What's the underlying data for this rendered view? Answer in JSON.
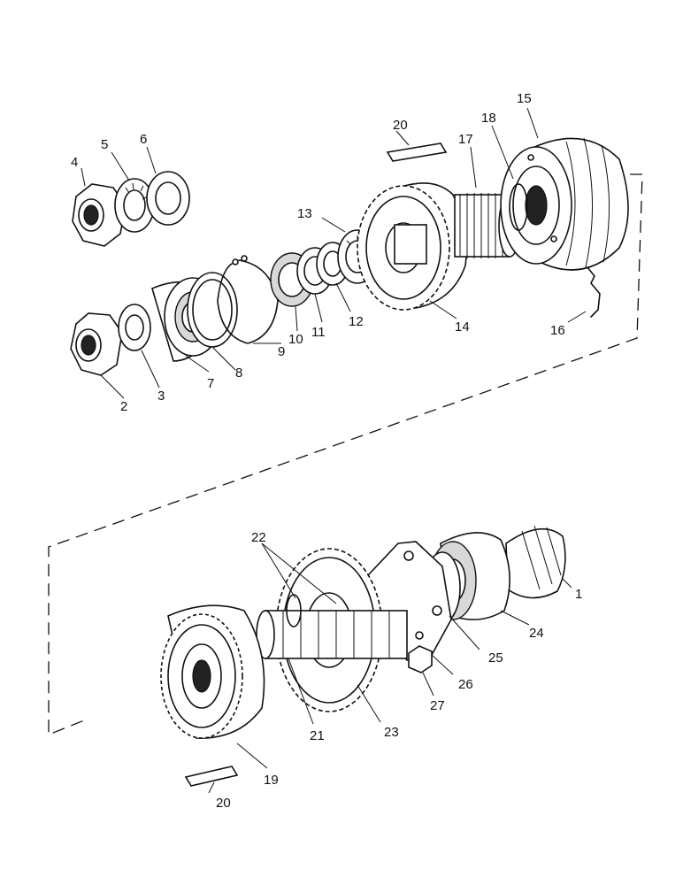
{
  "labels": {
    "p1": "1",
    "p2": "2",
    "p3": "3",
    "p4": "4",
    "p5": "5",
    "p6": "6",
    "p7": "7",
    "p8": "8",
    "p9": "9",
    "p10": "10",
    "p11": "11",
    "p12": "12",
    "p13": "13",
    "p14": "14",
    "p15": "15",
    "p16": "16",
    "p17": "17",
    "p18": "18",
    "p19": "19",
    "p20a": "20",
    "p20b": "20",
    "p21": "21",
    "p22": "22",
    "p23": "23",
    "p24": "24",
    "p25": "25",
    "p26": "26",
    "p27": "27"
  }
}
